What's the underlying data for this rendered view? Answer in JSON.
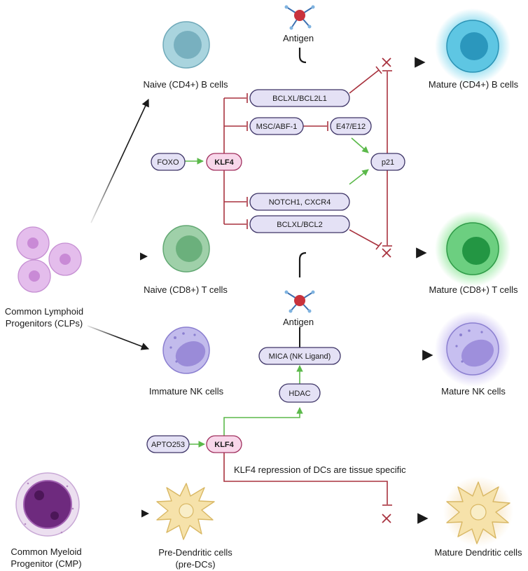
{
  "colors": {
    "pill_fill": "#e4e1f5",
    "pill_stroke": "#3d3466",
    "klf4_fill": "#f8d7ea",
    "klf4_stroke": "#a0305e",
    "inhibit": "#a8323e",
    "activate": "#5bb94a",
    "arrow": "#1a1a1a",
    "b_cell": "#9fcbd6",
    "t_cell": "#8fc79a",
    "nk_cell": "#b9b2e6",
    "clp_cell": "#dcb3e6",
    "cmp_cell": "#6e2a7e",
    "dc_cell": "#f3dba0"
  },
  "cells": {
    "naive_b": "Naive (CD4+) B cells",
    "mature_b": "Mature (CD4+) B cells",
    "naive_t": "Naive (CD8+) T cells",
    "mature_t": "Mature (CD8+) T cells",
    "immature_nk": "Immature NK cells",
    "mature_nk": "Mature NK cells",
    "clp_line1": "Common Lymphoid",
    "clp_line2": "Progenitors (CLPs)",
    "cmp_line1": "Common Myeloid",
    "cmp_line2": "Progenitor (CMP)",
    "pre_dc_line1": "Pre-Dendritic cells",
    "pre_dc_line2": "(pre-DCs)",
    "mature_dc": "Mature Dendritic cells"
  },
  "antigen_top": "Antigen",
  "antigen_mid": "Antigen",
  "nodes": {
    "foxo": "FOXO",
    "klf4_top": "KLF4",
    "bclxl_bcl2l1": "BCLXL/BCL2L1",
    "msc_abf1": "MSC/ABF-1",
    "e47_e12": "E47/E12",
    "p21": "p21",
    "notch1_cxcr4": "NOTCH1, CXCR4",
    "bclxl_bcl2": "BCLXL/BCL2",
    "mica": "MICA (NK Ligand)",
    "hdac": "HDAC",
    "apto253": "APTO253",
    "klf4_bottom": "KLF4"
  },
  "note": "KLF4 repression of DCs are tissue specific"
}
